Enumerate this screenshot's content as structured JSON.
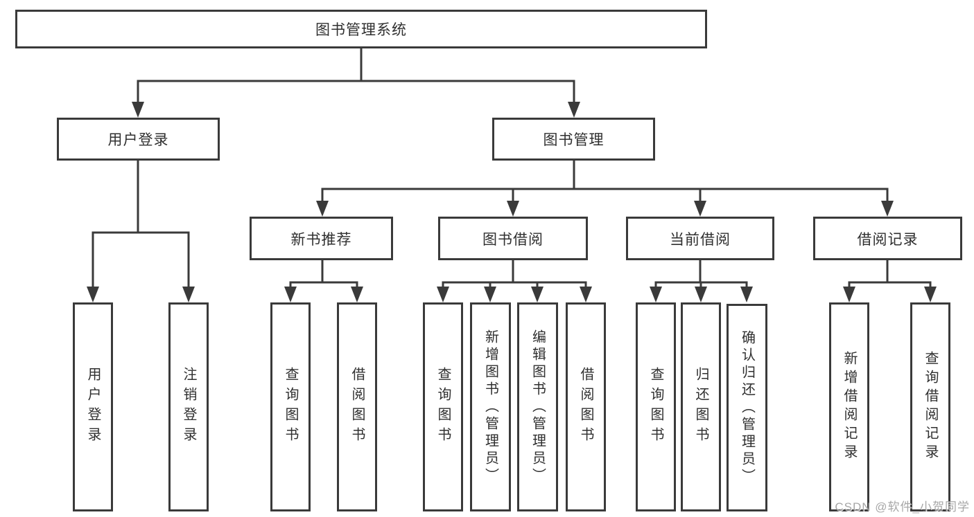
{
  "tree": {
    "root": "图书管理系统",
    "branches": [
      {
        "label": "用户登录",
        "leaves": [
          "用户登录",
          "注销登录"
        ]
      },
      {
        "label": "图书管理",
        "groups": [
          {
            "label": "新书推荐",
            "leaves": [
              "查询图书",
              "借阅图书"
            ]
          },
          {
            "label": "图书借阅",
            "leaves": [
              "查询图书",
              "新增图书（管理员）",
              "编辑图书（管理员）",
              "借阅图书"
            ]
          },
          {
            "label": "当前借阅",
            "leaves": [
              "查询图书",
              "归还图书",
              "确认归还（管理员）"
            ]
          },
          {
            "label": "借阅记录",
            "leaves": [
              "新增借阅记录",
              "查询借阅记录"
            ]
          }
        ]
      }
    ]
  },
  "watermark": {
    "text": "CSDN @软件_小贺同学"
  },
  "colors": {
    "line": "#3a3a3a",
    "box_border": "#3a3a3a",
    "text": "#2f2f2f",
    "background": "#ffffff",
    "watermark": "#9e9e9e"
  }
}
